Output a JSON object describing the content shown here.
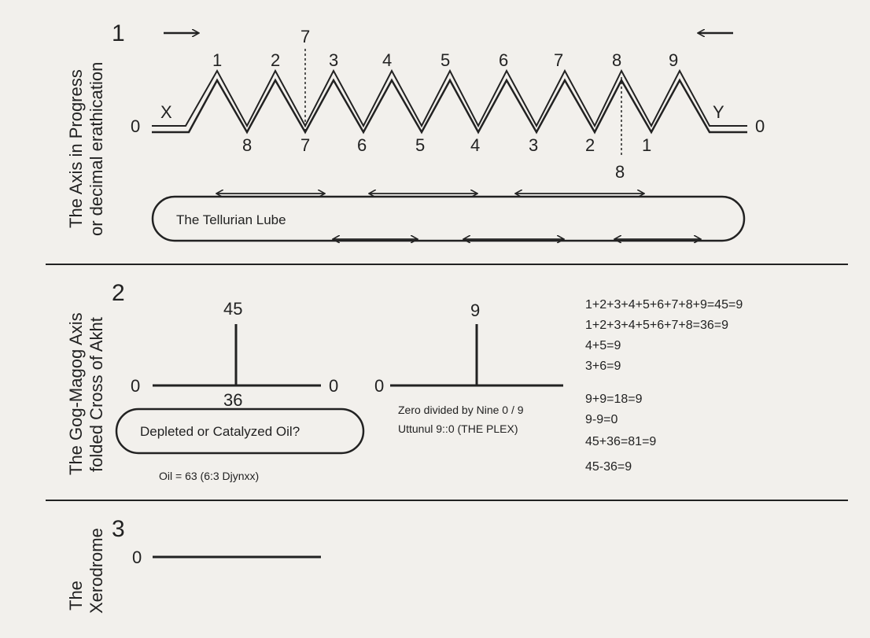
{
  "section1": {
    "number": "1",
    "side_label_line1": "The Axis in Progress",
    "side_label_line2": "or decimal erathication",
    "top_numbers": [
      "1",
      "2",
      "3",
      "4",
      "5",
      "6",
      "7",
      "8",
      "9"
    ],
    "bottom_numbers": [
      "8",
      "7",
      "6",
      "5",
      "4",
      "3",
      "2",
      "1"
    ],
    "marker_top": "7",
    "marker_bottom": "8",
    "left_zero": "0",
    "right_zero": "0",
    "x_label": "X",
    "y_label": "Y",
    "lube_label": "The Tellurian Lube"
  },
  "section2": {
    "number": "2",
    "side_label_line1": "The Gog-Magog Axis",
    "side_label_line2": "folded Cross of Akht",
    "cross_top": "45",
    "cross_bottom": "36",
    "left_zero_a": "0",
    "right_zero_a": "0",
    "left_zero_b": "0",
    "cross2_top": "9",
    "oil_question": "Depleted or Catalyzed Oil?",
    "oil_value": "Oil = 63 (6:3 Djynxx)",
    "zero_line1": "Zero divided by Nine 0 / 9",
    "zero_line2": "Uttunul 9::0 (THE PLEX)",
    "equations": [
      "1+2+3+4+5+6+7+8+9=45=9",
      "1+2+3+4+5+6+7+8=36=9",
      "4+5=9",
      "3+6=9",
      "9+9=18=9",
      "9-9=0",
      "45+36=81=9",
      "45-36=9"
    ]
  },
  "section3": {
    "number": "3",
    "side_label_line1": "The",
    "side_label_line2": "Xerodrome",
    "zero": "0"
  }
}
